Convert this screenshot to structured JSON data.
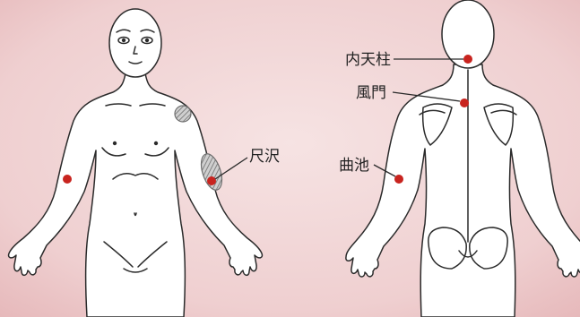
{
  "colors": {
    "background": "#f2d9da",
    "background_deep": "#e7b9bc",
    "body_fill": "#ffffff",
    "outline": "#2b2b2b",
    "point": "#c8241f",
    "hatched_area": "#9a9a9a"
  },
  "front_figure": {
    "labels": {
      "shakutaku": "尺沢"
    },
    "points": [
      "shakutaku",
      "kyokuchi-front"
    ]
  },
  "back_figure": {
    "labels": {
      "naitenchu": "内天柱",
      "fumon": "風門",
      "kyokuchi": "曲池"
    },
    "points": [
      "naitenchu",
      "fumon",
      "kyokuchi"
    ]
  }
}
